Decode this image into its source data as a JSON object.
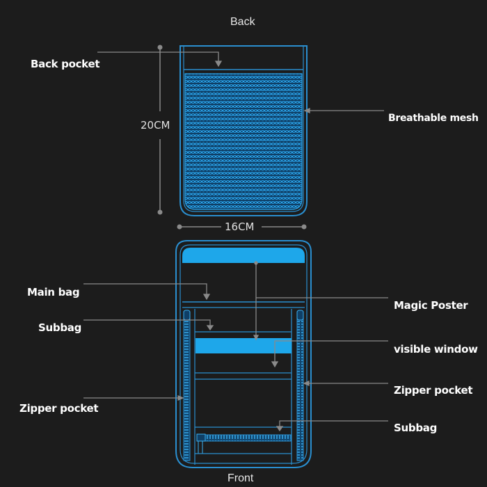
{
  "diagram": {
    "back_title": "Back",
    "front_title": "Front",
    "dimensions": {
      "height": "20CM",
      "width": "16CM"
    },
    "back_labels": {
      "back_pocket": "Back pocket",
      "breathable_mesh": "Breathable mesh"
    },
    "front_labels_left": {
      "main_bag": "Main bag",
      "subbag": "Subbag",
      "zipper_pocket": "Zipper pocket"
    },
    "front_labels_right": {
      "magic_poster": "Magic Poster",
      "visible_window": "visible window",
      "zipper_pocket": "Zipper pocket",
      "subbag": "Subbag"
    },
    "colors": {
      "background": "#1c1c1c",
      "outline_blue": "#2a8fd0",
      "fill_blue": "#1ea7ea",
      "leader_gray": "#8a8a8a",
      "text": "#ffffff"
    }
  }
}
